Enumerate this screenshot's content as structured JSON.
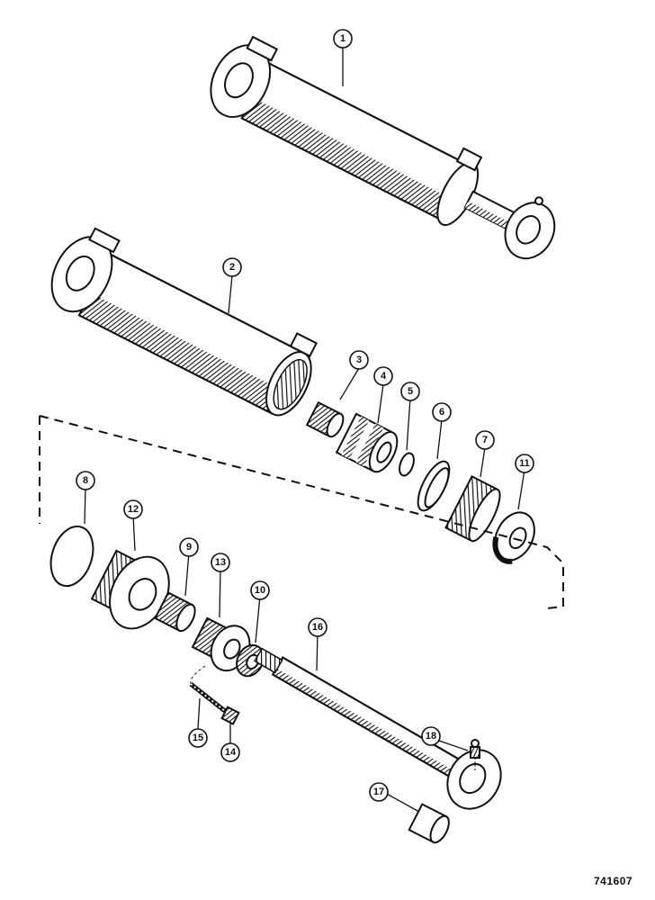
{
  "drawing_number": "741607",
  "callouts": [
    "1",
    "2",
    "3",
    "4",
    "5",
    "6",
    "7",
    "8",
    "9",
    "10",
    "11",
    "12",
    "13",
    "14",
    "15",
    "16",
    "17",
    "18"
  ]
}
